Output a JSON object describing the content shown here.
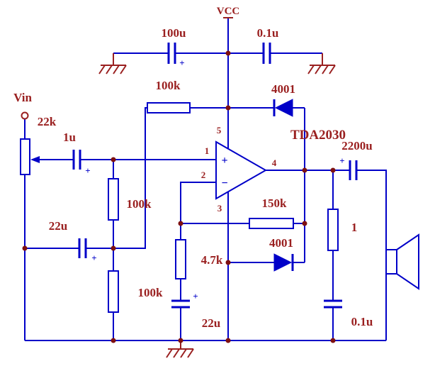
{
  "title": "TDA2030 single-supply audio power amplifier schematic",
  "colors": {
    "wire": "#0000C8",
    "label": "#9A2020",
    "junction": "#7E1010",
    "ground": "#9A2020"
  },
  "power": {
    "vcc": "VCC"
  },
  "ic": {
    "name": "TDA2030",
    "pin1": "1",
    "pin2": "2",
    "pin3": "3",
    "pin4": "4",
    "pin5": "5",
    "noninverting": "+",
    "inverting": "−"
  },
  "io": {
    "input": "Vin"
  },
  "components": {
    "c_supply_bulk": "100u",
    "c_supply_hf": "0.1u",
    "r_bias_top": "100k",
    "d_clamp_vcc": "4001",
    "pot_volume": "22k",
    "c_input": "1u",
    "r_bias_feed": "100k",
    "c_bias_decouple": "22u",
    "r_bias_bottom": "100k",
    "r_feedback": "150k",
    "d_clamp_gnd": "4001",
    "r_gain": "4.7k",
    "c_gain": "22u",
    "c_output": "2200u",
    "r_zobel": "1",
    "c_zobel": "0.1u",
    "polarity_mark": "+"
  }
}
